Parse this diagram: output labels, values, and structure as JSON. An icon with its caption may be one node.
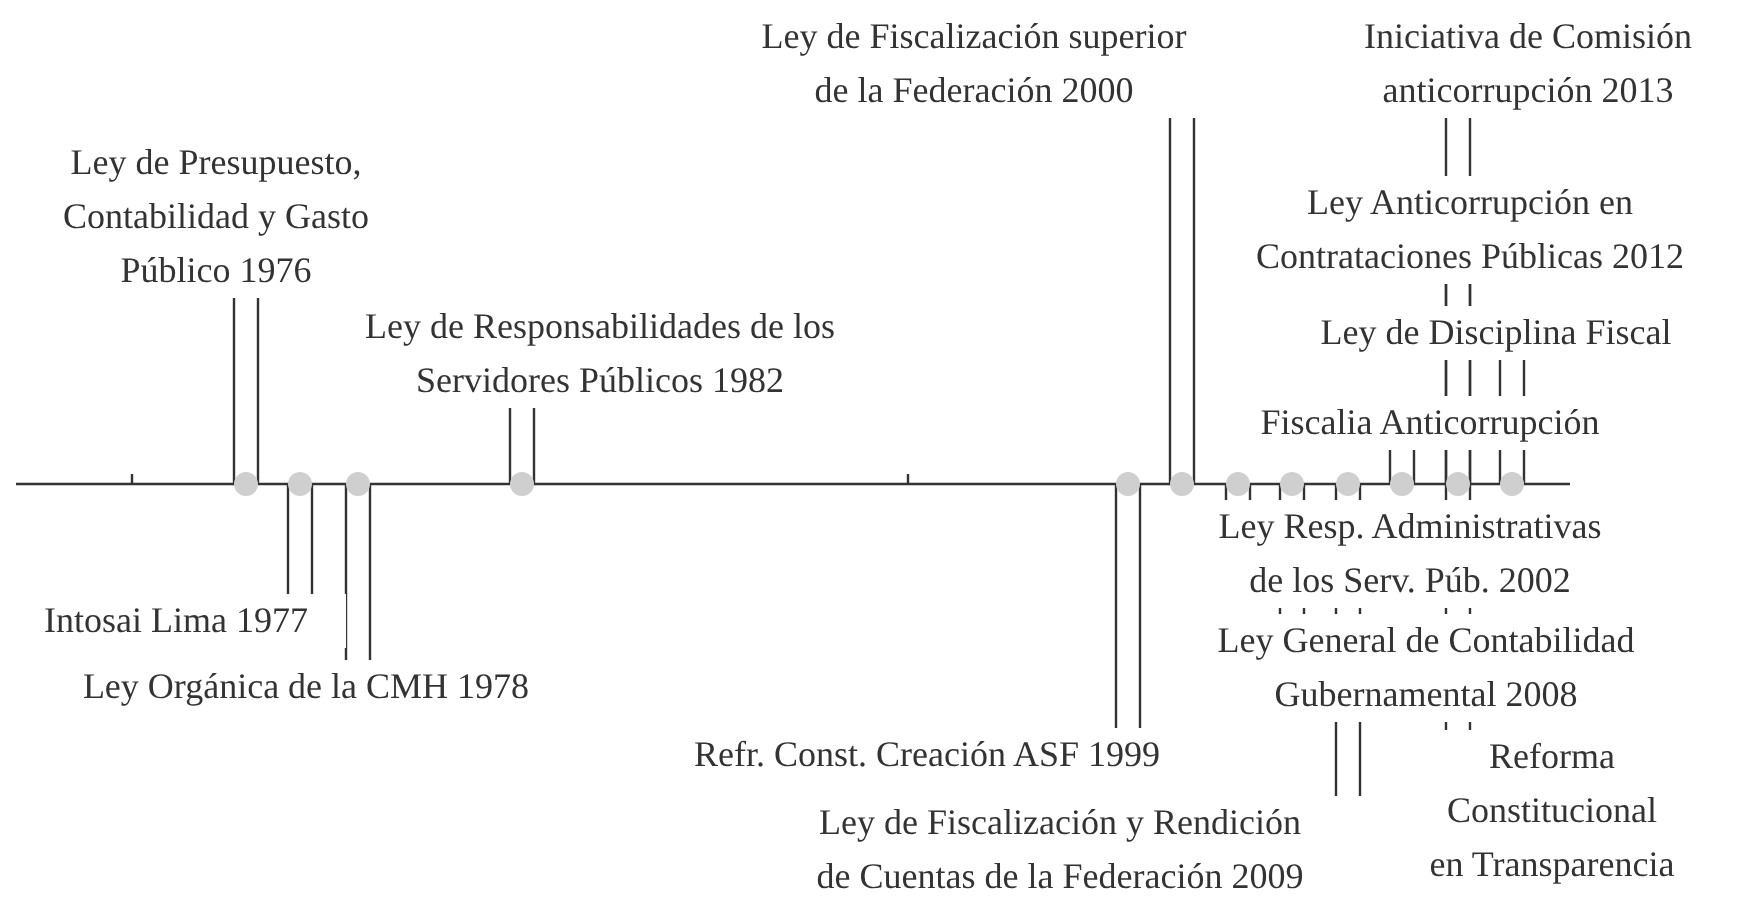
{
  "diagram": {
    "nodes": [
      {
        "text": [],
        "shape": "circle"
      },
      {
        "text": [],
        "shape": "circle"
      },
      {
        "text": [],
        "shape": "circle"
      },
      {
        "text": [],
        "shape": "circle"
      },
      {
        "text": [],
        "shape": "circle"
      },
      {
        "text": [],
        "shape": "circle"
      },
      {
        "text": [],
        "shape": "circle"
      },
      {
        "text": [],
        "shape": "circle"
      },
      {
        "text": [],
        "shape": "circle"
      },
      {
        "text": [],
        "shape": "circle"
      },
      {
        "text": [],
        "shape": "circle"
      },
      {
        "text": [],
        "shape": "circle"
      },
      {
        "text": [
          "Ley de Presupuesto, Contabilidad y Gasto Público 1976"
        ]
      },
      {
        "text": [
          "Intosai Lima 1977"
        ]
      },
      {
        "text": [
          "Ley Orgánica de la CMH 1978"
        ]
      },
      {
        "text": [
          "Ley de Responsabilidades de los Servidores Públicos 1982"
        ]
      },
      {
        "text": [
          "Ley de Fiscalización superior de la Federación 2000"
        ]
      },
      {
        "text": [
          "Refr. Const. Creación ASF 1999"
        ]
      },
      {
        "text": [
          "Iniciativa de Comisión anticorrupción 2013"
        ]
      },
      {
        "text": [
          "Ley Anticorrupción en Contrataciones Públicas 2012"
        ]
      },
      {
        "text": [
          "Ley de Disciplina Fiscal"
        ]
      },
      {
        "text": [
          "Fiscalia Anticorrupción"
        ]
      },
      {
        "text": [
          "Ley Resp. Administrativas de los Serv. Púb. 2002"
        ]
      },
      {
        "text": [
          "Ley General de Contabilidad Gubernamental 2008"
        ]
      },
      {
        "text": [
          "Ley de Fiscalización y Rendición de Cuentas de la Federación 2009"
        ]
      },
      {
        "text": [
          "Reforma Constitucional en Transparencia"
        ]
      }
    ],
    "edges": [
      {
        "from": 12,
        "to": 0,
        "arrow": "none"
      },
      {
        "from": 13,
        "to": 1,
        "arrow": "none"
      },
      {
        "from": 14,
        "to": 2,
        "arrow": "none"
      },
      {
        "from": 15,
        "to": 3,
        "arrow": "none"
      },
      {
        "from": 16,
        "to": 5,
        "arrow": "none"
      },
      {
        "from": 17,
        "to": 4,
        "arrow": "none"
      },
      {
        "from": 18,
        "to": 10,
        "arrow": "none"
      },
      {
        "from": 19,
        "to": 10,
        "arrow": "none"
      },
      {
        "from": 20,
        "to": 11,
        "arrow": "none"
      },
      {
        "from": 21,
        "to": 9,
        "arrow": "none"
      },
      {
        "from": 22,
        "to": 6,
        "arrow": "none"
      },
      {
        "from": 23,
        "to": 7,
        "arrow": "none"
      },
      {
        "from": 24,
        "to": 8,
        "arrow": "none"
      },
      {
        "from": 25,
        "to": 10,
        "arrow": "none"
      }
    ]
  }
}
